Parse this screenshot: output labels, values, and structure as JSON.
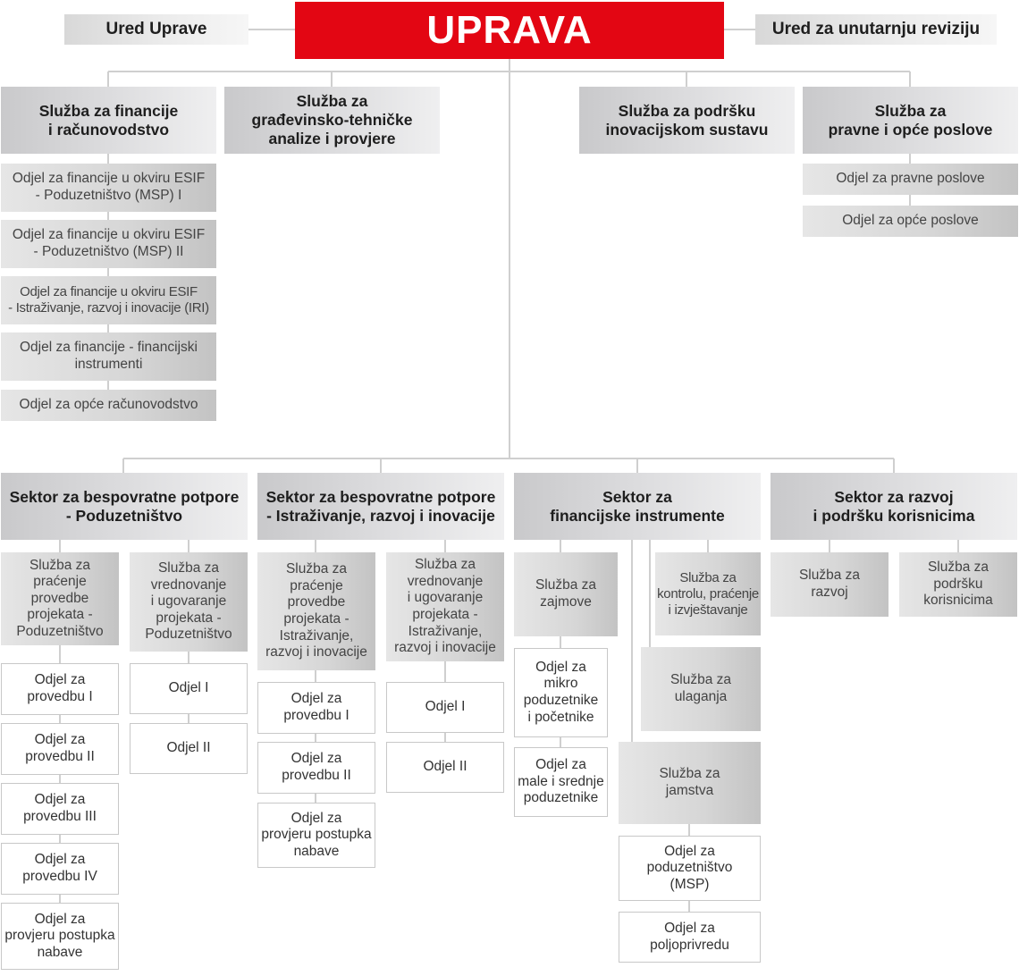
{
  "top": {
    "ured_uprave": "Ured Uprave",
    "uprava": "UPRAVA",
    "ured_revizija": "Ured za unutarnju reviziju"
  },
  "sluzbe_top": {
    "financije": {
      "title": "Služba za financije\ni računovodstvo",
      "odjeli": [
        "Odjel za financije u okviru ESIF\n- Poduzetništvo (MSP) I",
        "Odjel za financije u okviru ESIF\n- Poduzetništvo (MSP) II",
        "Odjel za financije u okviru ESIF\n- Istraživanje, razvoj i inovacije (IRI)",
        "Odjel za financije - financijski\ninstrumenti",
        "Odjel za opće računovodstvo"
      ]
    },
    "gradevinsko": {
      "title": "Služba za\ngrađevinsko-tehničke\nanalize i provjere"
    },
    "inovacijski": {
      "title": "Služba za podršku\ninovacijskom sustavu"
    },
    "pravne": {
      "title": "Služba za\npravne i opće poslove",
      "odjeli": [
        "Odjel za pravne poslove",
        "Odjel za opće poslove"
      ]
    }
  },
  "sektori": {
    "poduzetnistvo": {
      "title": "Sektor za bespovratne potpore\n- Poduzetništvo",
      "sluzba_pracenje": "Služba za\npraćenje provedbe\nprojekata -\nPoduzetništvo",
      "sluzba_vrednovanje": "Služba za\nvrednovanje\ni ugovaranje\nprojekata -\nPoduzetništvo",
      "odjeli_pracenje": [
        "Odjel za\nprovedbu I",
        "Odjel za\nprovedbu II",
        "Odjel za\nprovedbu III",
        "Odjel za\nprovedbu IV",
        "Odjel za\nprovjeru postupka\nnabave"
      ],
      "odjeli_vrednovanje": [
        "Odjel I",
        "Odjel II"
      ]
    },
    "iri": {
      "title": "Sektor za bespovratne potpore\n- Istraživanje, razvoj i inovacije",
      "sluzba_pracenje": "Služba za\npraćenje provedbe\nprojekata -\nIstraživanje,\nrazvoj i inovacije",
      "sluzba_vrednovanje": "Služba za\nvrednovanje\ni ugovaranje\nprojekata -\nIstraživanje,\nrazvoj i inovacije",
      "odjeli_pracenje": [
        "Odjel za\nprovedbu I",
        "Odjel za\nprovedbu II",
        "Odjel za\nprovjeru postupka\nnabave"
      ],
      "odjeli_vrednovanje": [
        "Odjel I",
        "Odjel II"
      ]
    },
    "financijski": {
      "title": "Sektor za\nfinancijske instrumente",
      "sluzba_zajmove": "Služba za\nzajmove",
      "odjeli_zajmove": [
        "Odjel za\nmikro\npoduzetnike\ni početnike",
        "Odjel za\nmale i srednje\npoduzetnike"
      ],
      "sluzba_kontrola": "Služba za\nkontrolu, praćenje\ni izvještavanje",
      "sluzba_ulaganja": "Služba za\nulaganja",
      "sluzba_jamstva": "Služba za\njamstva",
      "odjeli_jamstva": [
        "Odjel za\npoduzetništvo\n(MSP)",
        "Odjel za\npoljoprivredu"
      ]
    },
    "razvoj": {
      "title": "Sektor za razvoj\ni podršku korisnicima",
      "sluzba_razvoj": "Služba za\nrazvoj",
      "sluzba_podrska": "Služba za\npodršku\nkorisnicima"
    }
  }
}
